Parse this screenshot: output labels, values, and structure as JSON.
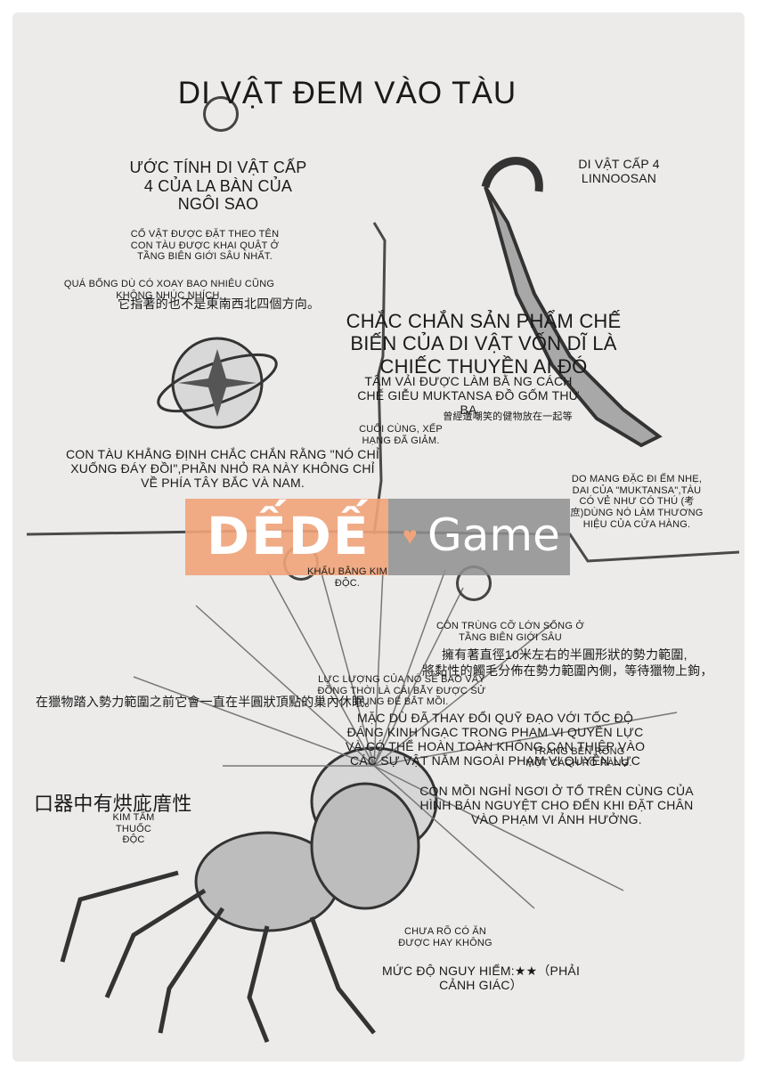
{
  "title": "DI VẬT ĐEM VÀO TÀU",
  "compass": {
    "heading": "ƯỚC TÍNH DI VẬT CẤP 4 CỦA LA BÀN CỦA NGÔI SAO",
    "note1": "CỔ VẬT ĐƯỢC ĐẶT THEO TÊN CON TÀU ĐƯỢC KHAI QUẬT Ở TẦNG BIÊN GIỚI SÂU NHẤT.",
    "note2": "QUÁ BỐNG DÙ CÓ XOAY BAO NHIÊU CŨNG KHÔNG NHÚC NHÍCH.",
    "note3": "它指著的也不是東南西北四個方向。",
    "caption": "CON TÀU KHẲNG ĐỊNH CHẮC CHẮN RẰNG \"NÓ CHỈ XUỐNG ĐÁY ĐỒI\",PHẦN NHỎ RA NÀY KHÔNG CHỈ VỀ PHÍA TÂY BẮC VÀ NAM."
  },
  "umbrella": {
    "label": "DI VẬT CẤP 4 LINNOOSAN",
    "main": "CHẮC CHẮN SẢN PHẨM CHẾ BIẾN CỦA DI VẬT VỐN DĨ LÀ CHIẾC THUYỀN AI ĐÓ",
    "sub": "TẤM VẢI ĐƯỢC LÀM BẰ NG CÁCH CHẾ GIỄU MUKTANSA ĐỒ GỐM THỨ BA",
    "cjk": "曾經遭嘲笑的健物放在一起等",
    "rank": "CUỐI CÙNG, XẾP HẠNG ĐÃ GIẢM.",
    "note": "DO MANG ĐẶC ĐI ẾM NHẸ, DAI CỦA \"MUKTANSA\",TÀU CÓ VẺ NHƯ CÓ THÚ (考庶)DÙNG NÓ LÀM THƯƠNG HIỆU CỦA CỬA HÀNG."
  },
  "watermark": {
    "brand": "DẾDẾ",
    "game": "Game"
  },
  "creature": {
    "mask": "KHẨU BẰNG KIM ĐỘC.",
    "bug": "CÔN TRÙNG CỠ LỚN SỐNG Ở TẦNG BIÊN GIỚI SÂU",
    "cjk1": "擁有著直徑10米左右的半圓形狀的勢力範圍,",
    "cjk2": "將黏性的觸毛分佈在勢力範圍內側，等待獵物上鉤，",
    "cjk2_end": "。",
    "trap": "LỰC LƯỢNG CỦA NÓ SẼ BAO VÂY ĐỒNG THỜI LÀ CÁI BẪY ĐƯỢC SỬ DỤNG ĐỂ BẮT MỒI.",
    "cjk3": "在獵物踏入勢力範圍之前它會一直在半圓狀頂點的巢內休眠。",
    "orbit": "MẶC DÙ ĐÃ THAY ĐỔI QUỸ ĐẠO VỚI TỐC ĐỘ ĐÁNG KINH NGẠC TRONG PHẠM VI QUYỀN LỰC VÀ CÓ THỂ HOÀN TOÀN KHÔNG CAN THIỆP VÀO CÁC SỰ VẬT NẰM NGOÀI PHẠM VI QUYỀN LỰC",
    "orbit_end": ",",
    "clear": "TRANG BÊN RÕNG MỘT CÁCH RÕ RÀNG.",
    "rest": "CON MỒI NGHỈ NGƠI Ở TỔ TRÊN CÙNG CỦA HÌNH BÁN NGUYỆT CHO ĐẾN KHI ĐẶT CHÂN VÀO PHẠM VI ẢNH HƯỞNG.",
    "mouth_cjk": "口器中有烘庛庴性",
    "needle": "KIM TẨM THUỐC ĐỘC",
    "edible": "CHƯA RÕ CÓ ĂN ĐƯỢC HAY KHÔNG",
    "danger": "MỨC ĐỘ NGUY HIỂM:★★（PHẢI CẢNH GIÁC）"
  }
}
